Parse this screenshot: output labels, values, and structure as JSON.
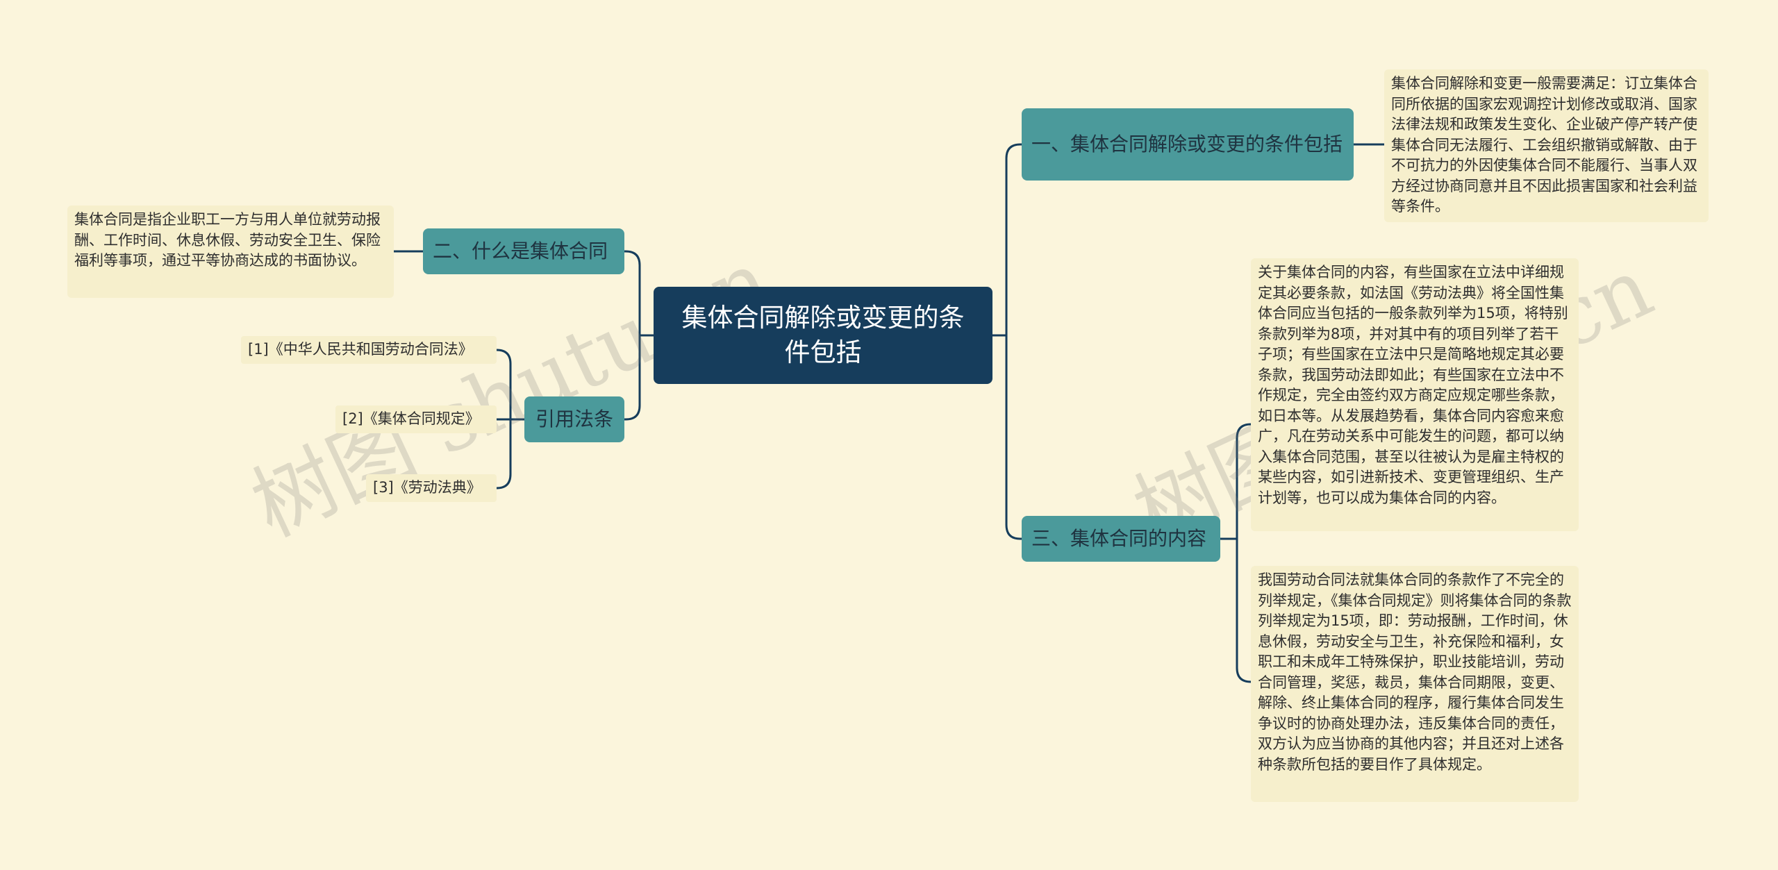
{
  "root": {
    "label": "集体合同解除或变更的条件包括"
  },
  "right_topics": [
    {
      "label": "一、集体合同解除或变更的条件包括",
      "details": [
        "集体合同解除和变更一般需要满足：订立集体合同所依据的国家宏观调控计划修改或取消、国家法律法规和政策发生变化、企业破产停产转产使集体合同无法履行、工会组织撤销或解散、由于不可抗力的外因使集体合同不能履行、当事人双方经过协商同意并且不因此损害国家和社会利益等条件。"
      ]
    },
    {
      "label": "三、集体合同的内容",
      "details": [
        "关于集体合同的内容，有些国家在立法中详细规定其必要条款，如法国《劳动法典》将全国性集体合同应当包括的一般条款列举为15项，将特别条款列举为8项，并对其中有的项目列举了若干子项；有些国家在立法中只是简略地规定其必要条款，我国劳动法即如此；有些国家在立法中不作规定，完全由签约双方商定应规定哪些条款，如日本等。从发展趋势看，集体合同内容愈来愈广，凡在劳动关系中可能发生的问题，都可以纳入集体合同范围，甚至以往被认为是雇主特权的某些内容，如引进新技术、变更管理组织、生产计划等，也可以成为集体合同的内容。",
        "我国劳动合同法就集体合同的条款作了不完全的列举规定，《集体合同规定》则将集体合同的条款列举规定为15项，即：劳动报酬，工作时间，休息休假，劳动安全与卫生，补充保险和福利，女职工和未成年工特殊保护，职业技能培训，劳动合同管理，奖惩，裁员，集体合同期限，变更、解除、终止集体合同的程序，履行集体合同发生争议时的协商处理办法，违反集体合同的责任，双方认为应当协商的其他内容；并且还对上述各种条款所包括的要目作了具体规定。"
      ]
    }
  ],
  "left_topics": [
    {
      "label": "二、什么是集体合同",
      "details": [
        "集体合同是指企业职工一方与用人单位就劳动报酬、工作时间、休息休假、劳动安全卫生、保险福利等事项，通过平等协商达成的书面协议。"
      ]
    },
    {
      "label": "引用法条",
      "references": [
        "[1]《中华人民共和国劳动合同法》",
        "[2]《集体合同规定》",
        "[3]《劳动法典》"
      ]
    }
  ],
  "watermarks": [
    "树图 shutu.cn",
    "树图 shutu.cn"
  ],
  "colors": {
    "background": "#fbf5dc",
    "root": "#163d5c",
    "topic": "#4b9a9b",
    "leaf": "#f6efcc",
    "connector": "#163d5c"
  }
}
